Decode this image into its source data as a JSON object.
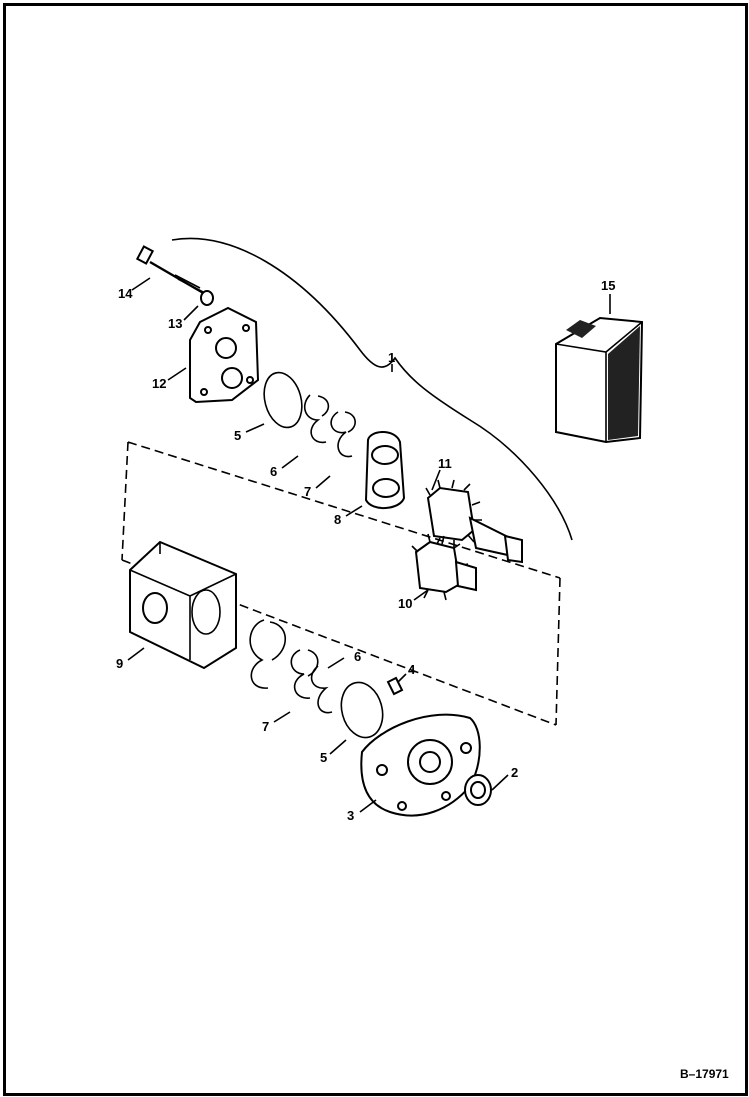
{
  "figure_ref": "B–17971",
  "callouts": {
    "c1": "1",
    "c2": "2",
    "c3": "3",
    "c4": "4",
    "c5a": "5",
    "c5b": "5",
    "c6a": "6",
    "c6b": "6",
    "c7a": "7",
    "c7b": "7",
    "c8": "8",
    "c9": "9",
    "c10": "10",
    "c11": "11",
    "c12": "12",
    "c13": "13",
    "c14": "14",
    "c15": "15"
  }
}
